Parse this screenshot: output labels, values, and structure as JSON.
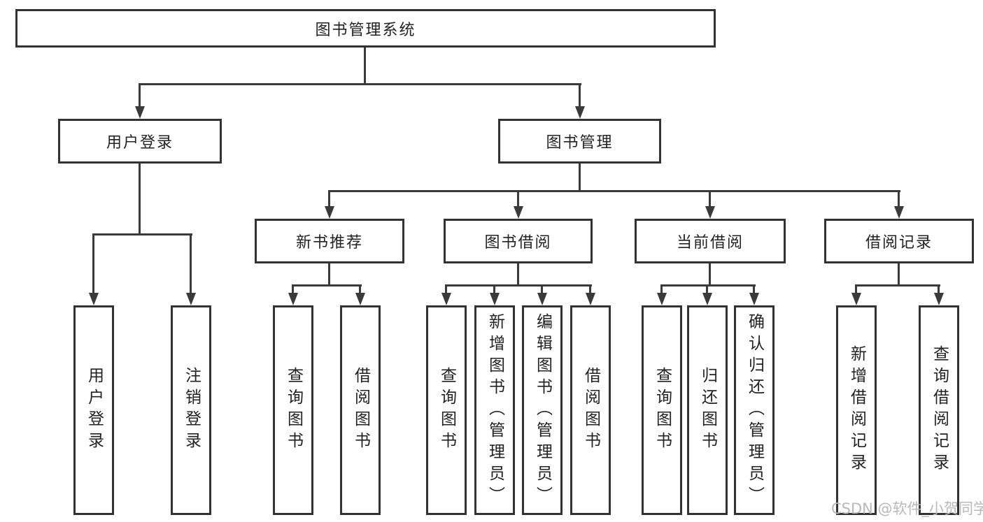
{
  "diagram": {
    "type": "hierarchy",
    "title": "图书管理系统",
    "watermark": "CSDN @软件_小贺同学",
    "colors": {
      "background": "#ffffff",
      "border": "#333333",
      "line": "#3a3a3a",
      "text": "#222222",
      "watermark": "#b9b9b9"
    },
    "nodes": {
      "root": {
        "label": "图书管理系统",
        "level": 1
      },
      "user_login": {
        "label": "用户登录",
        "level": 2
      },
      "book_mgmt": {
        "label": "图书管理",
        "level": 2
      },
      "new_book_rec": {
        "label": "新书推荐",
        "level": 3
      },
      "book_borrow": {
        "label": "图书借阅",
        "level": 3
      },
      "current_borrow": {
        "label": "当前借阅",
        "level": 3
      },
      "borrow_record": {
        "label": "借阅记录",
        "level": 3
      },
      "ul_user_login": {
        "label": "用户登录",
        "level": 4
      },
      "ul_logout": {
        "label": "注销登录",
        "level": 4
      },
      "nr_query_book": {
        "label": "查询图书",
        "level": 4
      },
      "nr_borrow_book": {
        "label": "借阅图书",
        "level": 4
      },
      "bb_query_book": {
        "label": "查询图书",
        "level": 4
      },
      "bb_add_book": {
        "label": "新增图书（管理员）",
        "level": 4
      },
      "bb_edit_book": {
        "label": "编辑图书（管理员）",
        "level": 4
      },
      "bb_borrow_book": {
        "label": "借阅图书",
        "level": 4
      },
      "cb_query_book": {
        "label": "查询图书",
        "level": 4
      },
      "cb_return_book": {
        "label": "归还图书",
        "level": 4
      },
      "cb_confirm_return": {
        "label": "确认归还（管理员）",
        "level": 4
      },
      "br_add_record": {
        "label": "新增借阅记录",
        "level": 4
      },
      "br_query_record": {
        "label": "查询借阅记录",
        "level": 4
      }
    },
    "edges": [
      [
        "root",
        "user_login"
      ],
      [
        "root",
        "book_mgmt"
      ],
      [
        "user_login",
        "ul_user_login"
      ],
      [
        "user_login",
        "ul_logout"
      ],
      [
        "book_mgmt",
        "new_book_rec"
      ],
      [
        "book_mgmt",
        "book_borrow"
      ],
      [
        "book_mgmt",
        "current_borrow"
      ],
      [
        "book_mgmt",
        "borrow_record"
      ],
      [
        "new_book_rec",
        "nr_query_book"
      ],
      [
        "new_book_rec",
        "nr_borrow_book"
      ],
      [
        "book_borrow",
        "bb_query_book"
      ],
      [
        "book_borrow",
        "bb_add_book"
      ],
      [
        "book_borrow",
        "bb_edit_book"
      ],
      [
        "book_borrow",
        "bb_borrow_book"
      ],
      [
        "current_borrow",
        "cb_query_book"
      ],
      [
        "current_borrow",
        "cb_return_book"
      ],
      [
        "current_borrow",
        "cb_confirm_return"
      ],
      [
        "borrow_record",
        "br_add_record"
      ],
      [
        "borrow_record",
        "br_query_record"
      ]
    ]
  }
}
